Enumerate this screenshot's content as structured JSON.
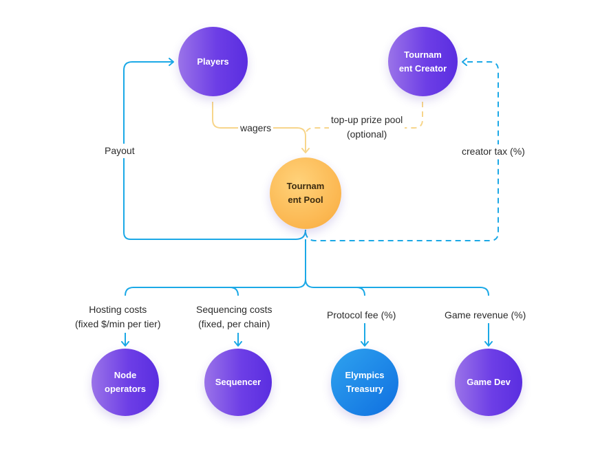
{
  "nodes": {
    "players": {
      "label": "Players"
    },
    "tournament_creator": {
      "line1": "Tournam",
      "line2": "ent Creator"
    },
    "tournament_pool": {
      "line1": "Tournam",
      "line2": "ent Pool"
    },
    "node_operators": {
      "line1": "Node",
      "line2": "operators"
    },
    "sequencer": {
      "label": "Sequencer"
    },
    "elympics_treasury": {
      "line1": "Elympics",
      "line2": "Treasury"
    },
    "game_dev": {
      "label": "Game Dev"
    }
  },
  "edges": {
    "wagers": "wagers",
    "top_up": {
      "line1": "top-up prize pool",
      "line2": "(optional)"
    },
    "payout": "Payout",
    "creator_tax": "creator tax (%)",
    "hosting_costs": {
      "line1": "Hosting costs",
      "line2": "(fixed $/min per tier)"
    },
    "sequencing_costs": {
      "line1": "Sequencing costs",
      "line2": "(fixed, per chain)"
    },
    "protocol_fee": "Protocol fee (%)",
    "game_revenue": "Game revenue (%)"
  },
  "colors": {
    "blue_line": "#1aa8e6",
    "yellow_line": "#f7d58a",
    "purple": "#6d3ee6",
    "treasury_blue": "#0f6fe0",
    "pool_orange": "#fbb64f"
  }
}
